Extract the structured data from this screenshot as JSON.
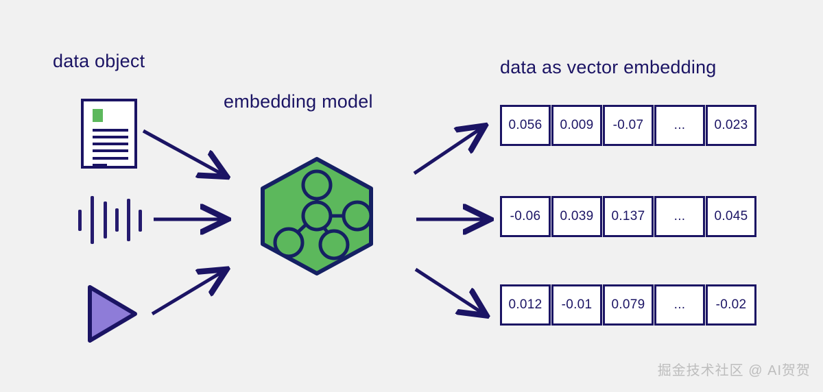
{
  "background_color": "#f1f1f1",
  "accent_colors": {
    "navy": "#1b1464",
    "green": "#5cb85c",
    "purple": "#8e7cd8",
    "cell_fill": "#ffffff",
    "watermark_gray": "#bdbdbd"
  },
  "labels": {
    "data_object": "data object",
    "embedding_model": "embedding model",
    "vector_embedding": "data as vector embedding"
  },
  "inputs": [
    {
      "name": "document",
      "icon": "document-icon"
    },
    {
      "name": "audio",
      "icon": "audio-waveform-icon"
    },
    {
      "name": "video",
      "icon": "play-triangle-icon"
    }
  ],
  "model": {
    "shape": "hexagon",
    "icon": "neural-network-icon",
    "fill": "#5cb85c",
    "stroke": "#1b1464",
    "nodes": 5
  },
  "vectors": [
    {
      "id": "vector-1",
      "cells": [
        "0.056",
        "0.009",
        "-0.07",
        "...",
        "0.023"
      ]
    },
    {
      "id": "vector-2",
      "cells": [
        "-0.06",
        "0.039",
        "0.137",
        "...",
        "0.045"
      ]
    },
    {
      "id": "vector-3",
      "cells": [
        "0.012",
        "-0.01",
        "0.079",
        "...",
        "-0.02"
      ]
    }
  ],
  "arrows": [
    {
      "name": "arrow-document-to-model",
      "direction": "down-right"
    },
    {
      "name": "arrow-audio-to-model",
      "direction": "right"
    },
    {
      "name": "arrow-video-to-model",
      "direction": "up-right"
    },
    {
      "name": "arrow-model-to-vector-1",
      "direction": "up-right"
    },
    {
      "name": "arrow-model-to-vector-2",
      "direction": "right"
    },
    {
      "name": "arrow-model-to-vector-3",
      "direction": "down-right"
    }
  ],
  "watermark": "掘金技术社区 @ AI贺贺"
}
